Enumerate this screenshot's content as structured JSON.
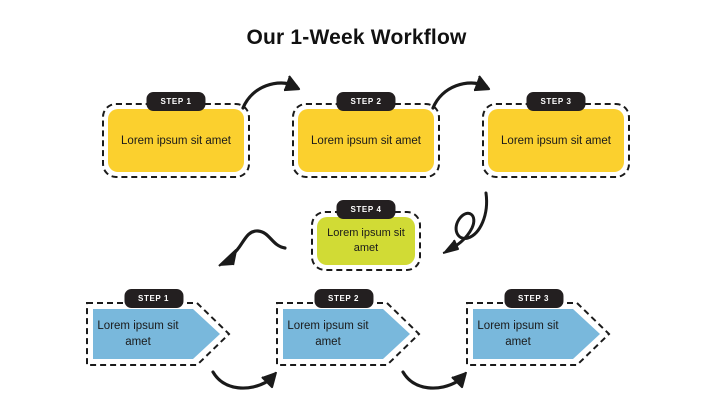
{
  "slide": {
    "title": "Our 1-Week Workflow",
    "background": "#ffffff"
  },
  "colors": {
    "yellow": "#FBD02E",
    "green": "#D1DB35",
    "blue": "#79B8DC",
    "pill": "#231F20",
    "outline": "#1a1a1a",
    "text": "#1a1a1a",
    "title": "#111111"
  },
  "row_top": {
    "shape": "rounded-rectangle",
    "items": [
      {
        "badge": "STEP 1",
        "text": "Lorem ipsum sit amet",
        "color": "#FBD02E"
      },
      {
        "badge": "STEP 2",
        "text": "Lorem ipsum sit amet",
        "color": "#FBD02E"
      },
      {
        "badge": "STEP 3",
        "text": "Lorem ipsum sit amet",
        "color": "#FBD02E"
      }
    ]
  },
  "row_middle": {
    "shape": "rounded-rectangle",
    "items": [
      {
        "badge": "STEP 4",
        "text": "Lorem ipsum sit amet",
        "color": "#D1DB35"
      }
    ]
  },
  "row_bottom": {
    "shape": "chevron-arrow",
    "items": [
      {
        "badge": "STEP 1",
        "text": "Lorem ipsum sit amet",
        "color": "#79B8DC"
      },
      {
        "badge": "STEP 2",
        "text": "Lorem ipsum sit amet",
        "color": "#79B8DC"
      },
      {
        "badge": "STEP 3",
        "text": "Lorem ipsum sit amet",
        "color": "#79B8DC"
      }
    ]
  },
  "connectors": [
    {
      "name": "arrow-step1-to-step2",
      "style": "curved-arc-right"
    },
    {
      "name": "arrow-step2-to-step3",
      "style": "curved-arc-right"
    },
    {
      "name": "arrow-step3-to-step4",
      "style": "looping-curl-down-left"
    },
    {
      "name": "arrow-step4-to-bottom-step1",
      "style": "s-curve-down-left"
    },
    {
      "name": "arrow-bottom-step1-to-step2",
      "style": "curved-arc-up-right"
    },
    {
      "name": "arrow-bottom-step2-to-step3",
      "style": "curved-arc-up-right"
    }
  ]
}
